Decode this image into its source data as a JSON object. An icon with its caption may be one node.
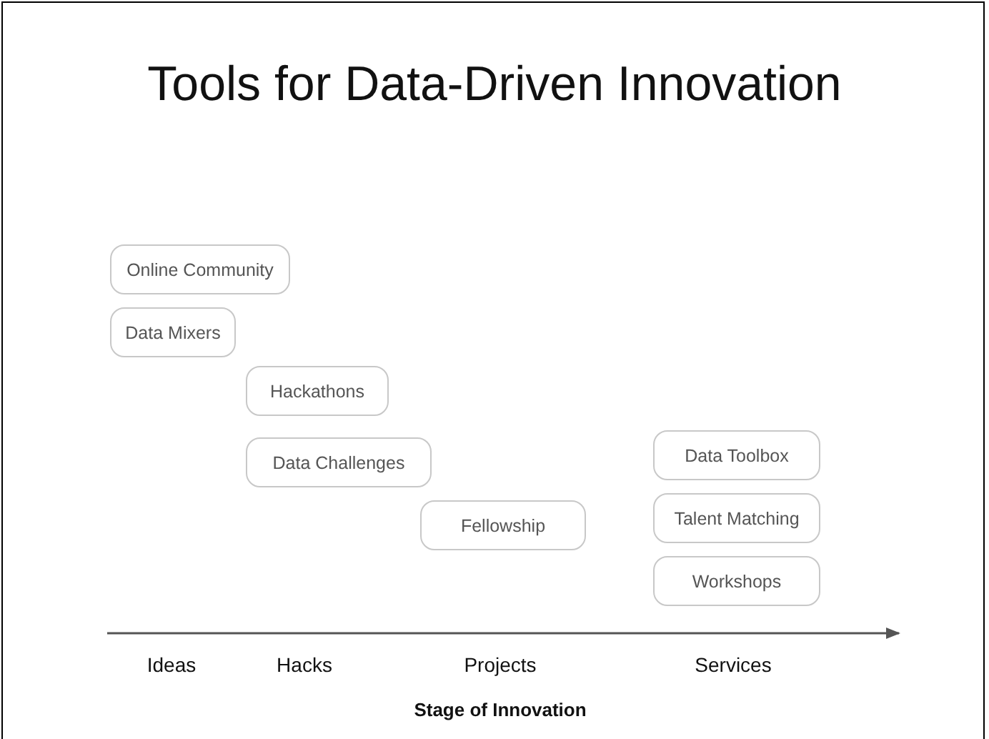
{
  "diagram": {
    "title": "Tools for Data-Driven Innovation",
    "nodes": [
      {
        "text": [
          "Online Community"
        ]
      },
      {
        "text": [
          "Data Mixers"
        ]
      },
      {
        "text": [
          "Hackathons"
        ]
      },
      {
        "text": [
          "Data Challenges"
        ]
      },
      {
        "text": [
          "Fellowship"
        ]
      },
      {
        "text": [
          "Data Toolbox"
        ]
      },
      {
        "text": [
          "Talent Matching"
        ]
      },
      {
        "text": [
          "Workshops"
        ]
      }
    ],
    "labels": [
      "Ideas",
      "Hacks",
      "Projects",
      "Services",
      "Stage of Innovation"
    ]
  }
}
